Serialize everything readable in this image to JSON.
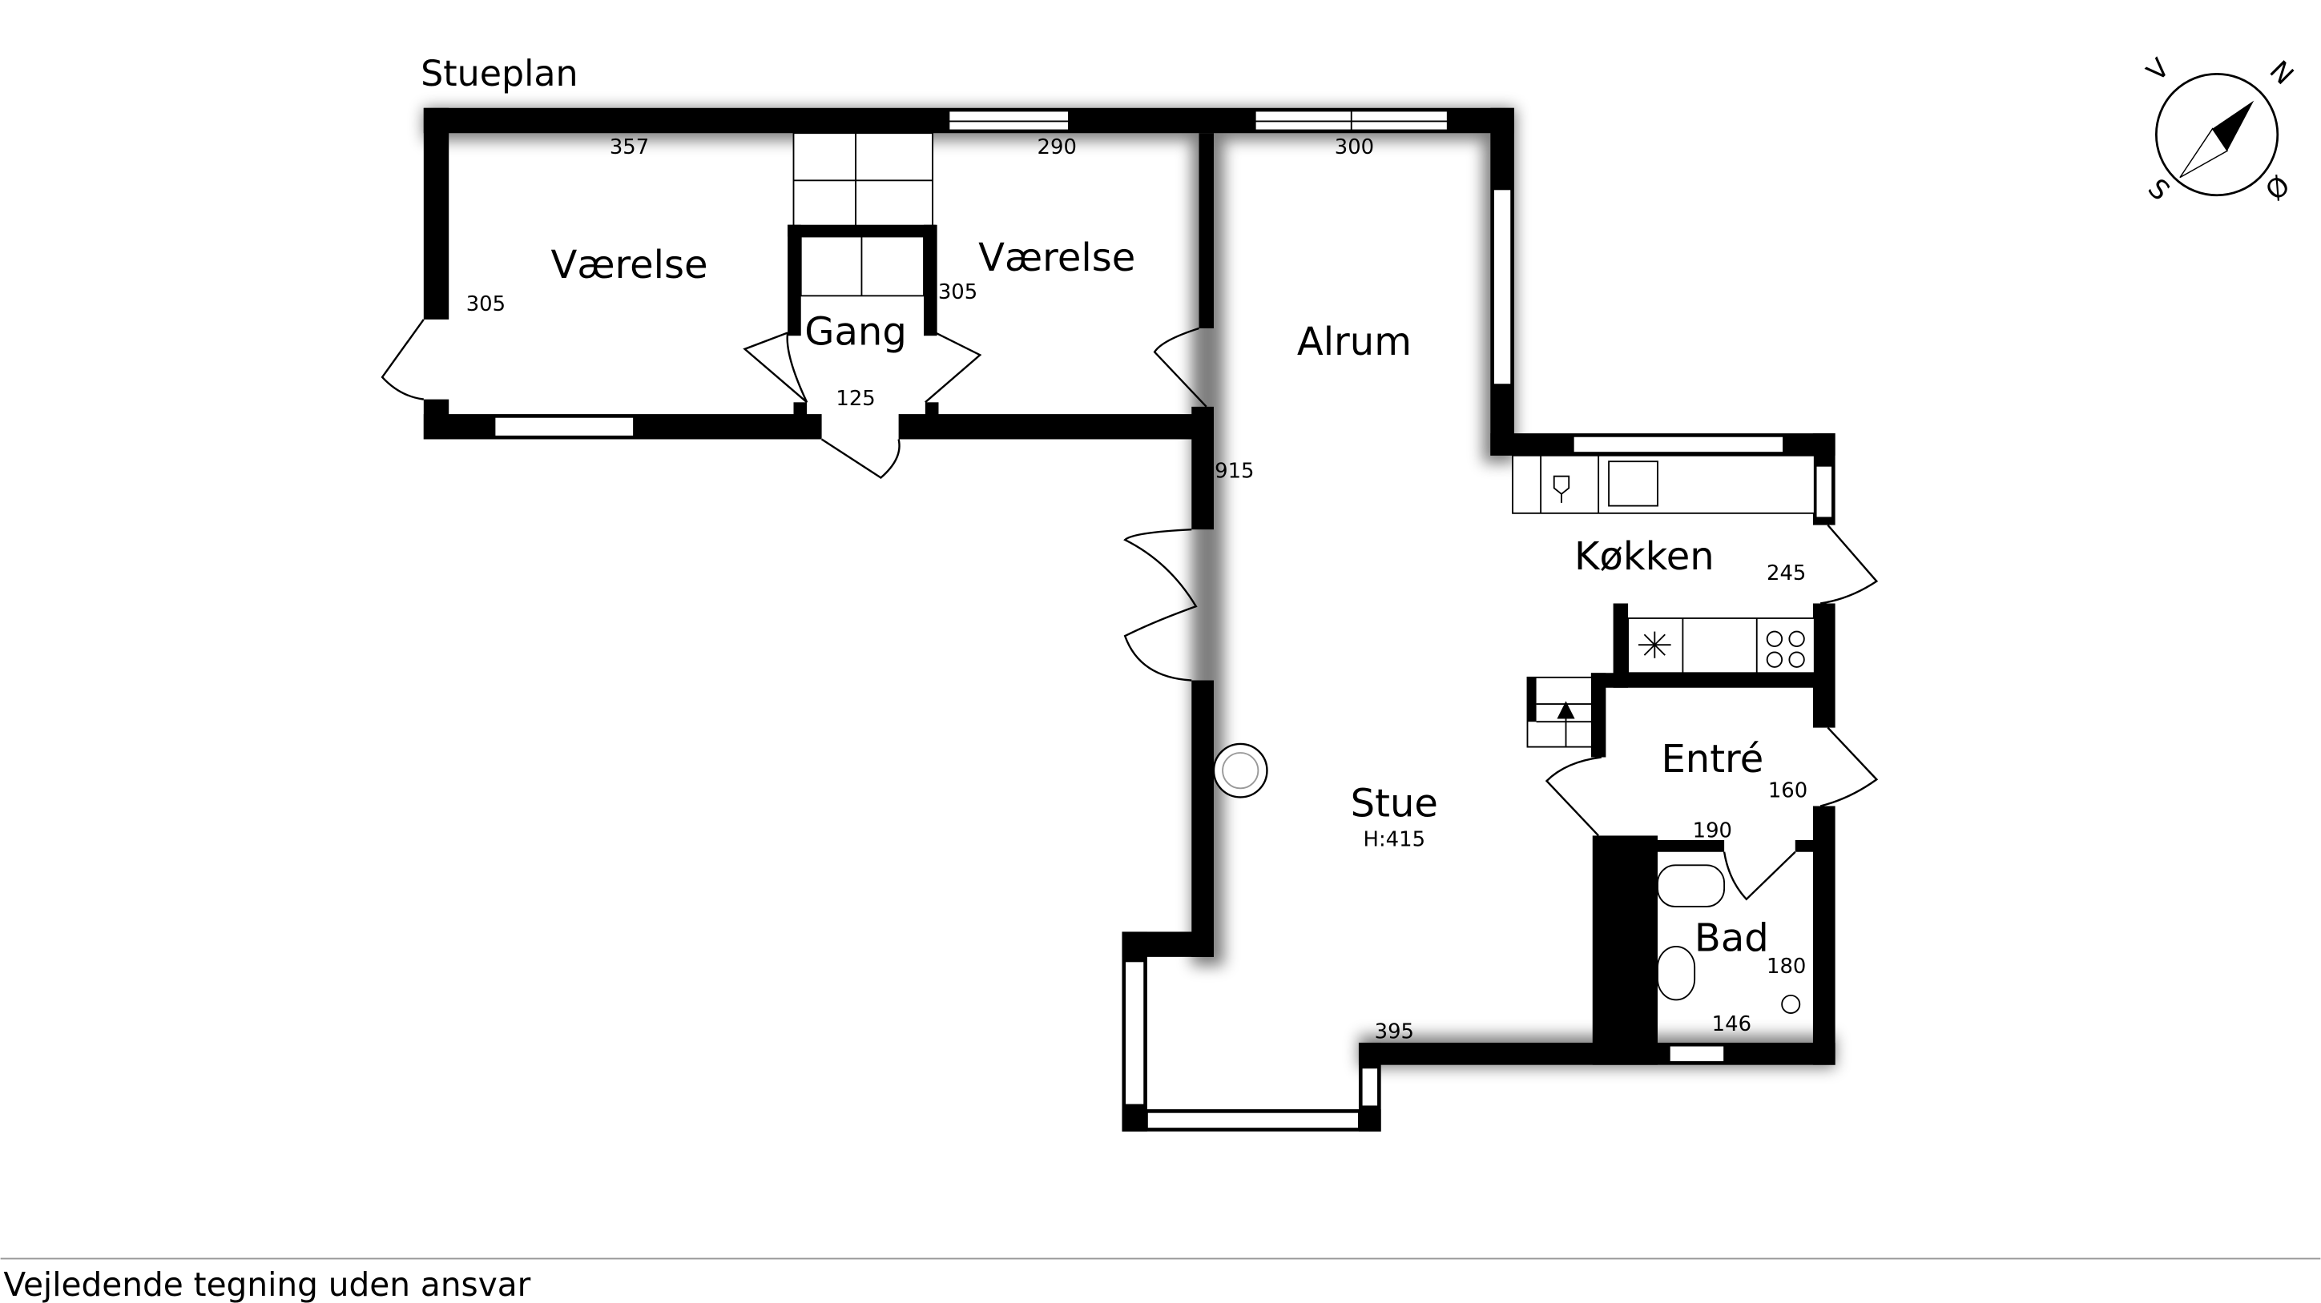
{
  "title": "Stueplan",
  "footer": "Vejledende tegning uden ansvar",
  "compass": {
    "n": "N",
    "s": "S",
    "v": "V",
    "o": "Ø"
  },
  "rooms": {
    "vaerelse1": {
      "name": "Værelse",
      "w": "357",
      "h": "305"
    },
    "vaerelse2": {
      "name": "Værelse",
      "w": "290",
      "h": "305"
    },
    "gang": {
      "name": "Gang",
      "w": "125"
    },
    "alrum": {
      "name": "Alrum",
      "w": "300",
      "h": "915"
    },
    "stue": {
      "name": "Stue",
      "height": "H:415",
      "w": "395"
    },
    "kokken": {
      "name": "Køkken",
      "w": "245"
    },
    "entre": {
      "name": "Entré",
      "w": "160",
      "h": "190"
    },
    "bad": {
      "name": "Bad",
      "h": "180",
      "w": "146"
    }
  }
}
